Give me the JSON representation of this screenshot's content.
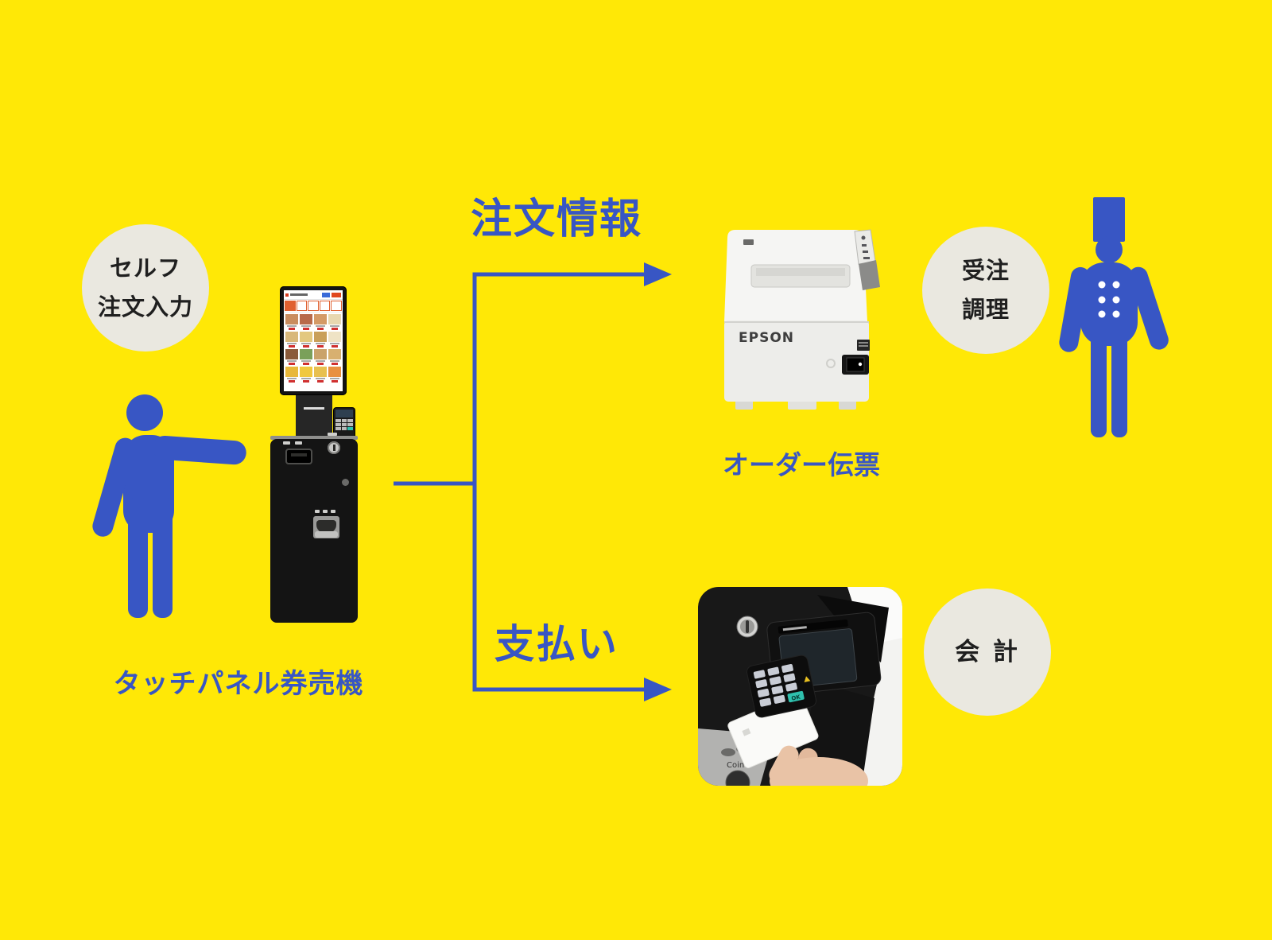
{
  "diagram": {
    "background_color": "#ffe806",
    "accent_blue": "#3856c4",
    "badge_bg": "#eae8e0",
    "badge_text_color": "#1f1f1f"
  },
  "badges": {
    "self_order": {
      "line1": "セルフ",
      "line2": "注文入力"
    },
    "order_cook": {
      "line1": "受注",
      "line2": "調理"
    },
    "checkout": {
      "line1": "会 計"
    }
  },
  "labels": {
    "kiosk_caption": "タッチパネル券売機",
    "order_info_arrow": "注文情報",
    "payment_arrow": "支払い",
    "printer_caption": "オーダー伝票"
  },
  "printer": {
    "brand": "EPSON"
  },
  "payment_photo": {
    "coin_label": "Coin",
    "ok_key": "OK"
  }
}
